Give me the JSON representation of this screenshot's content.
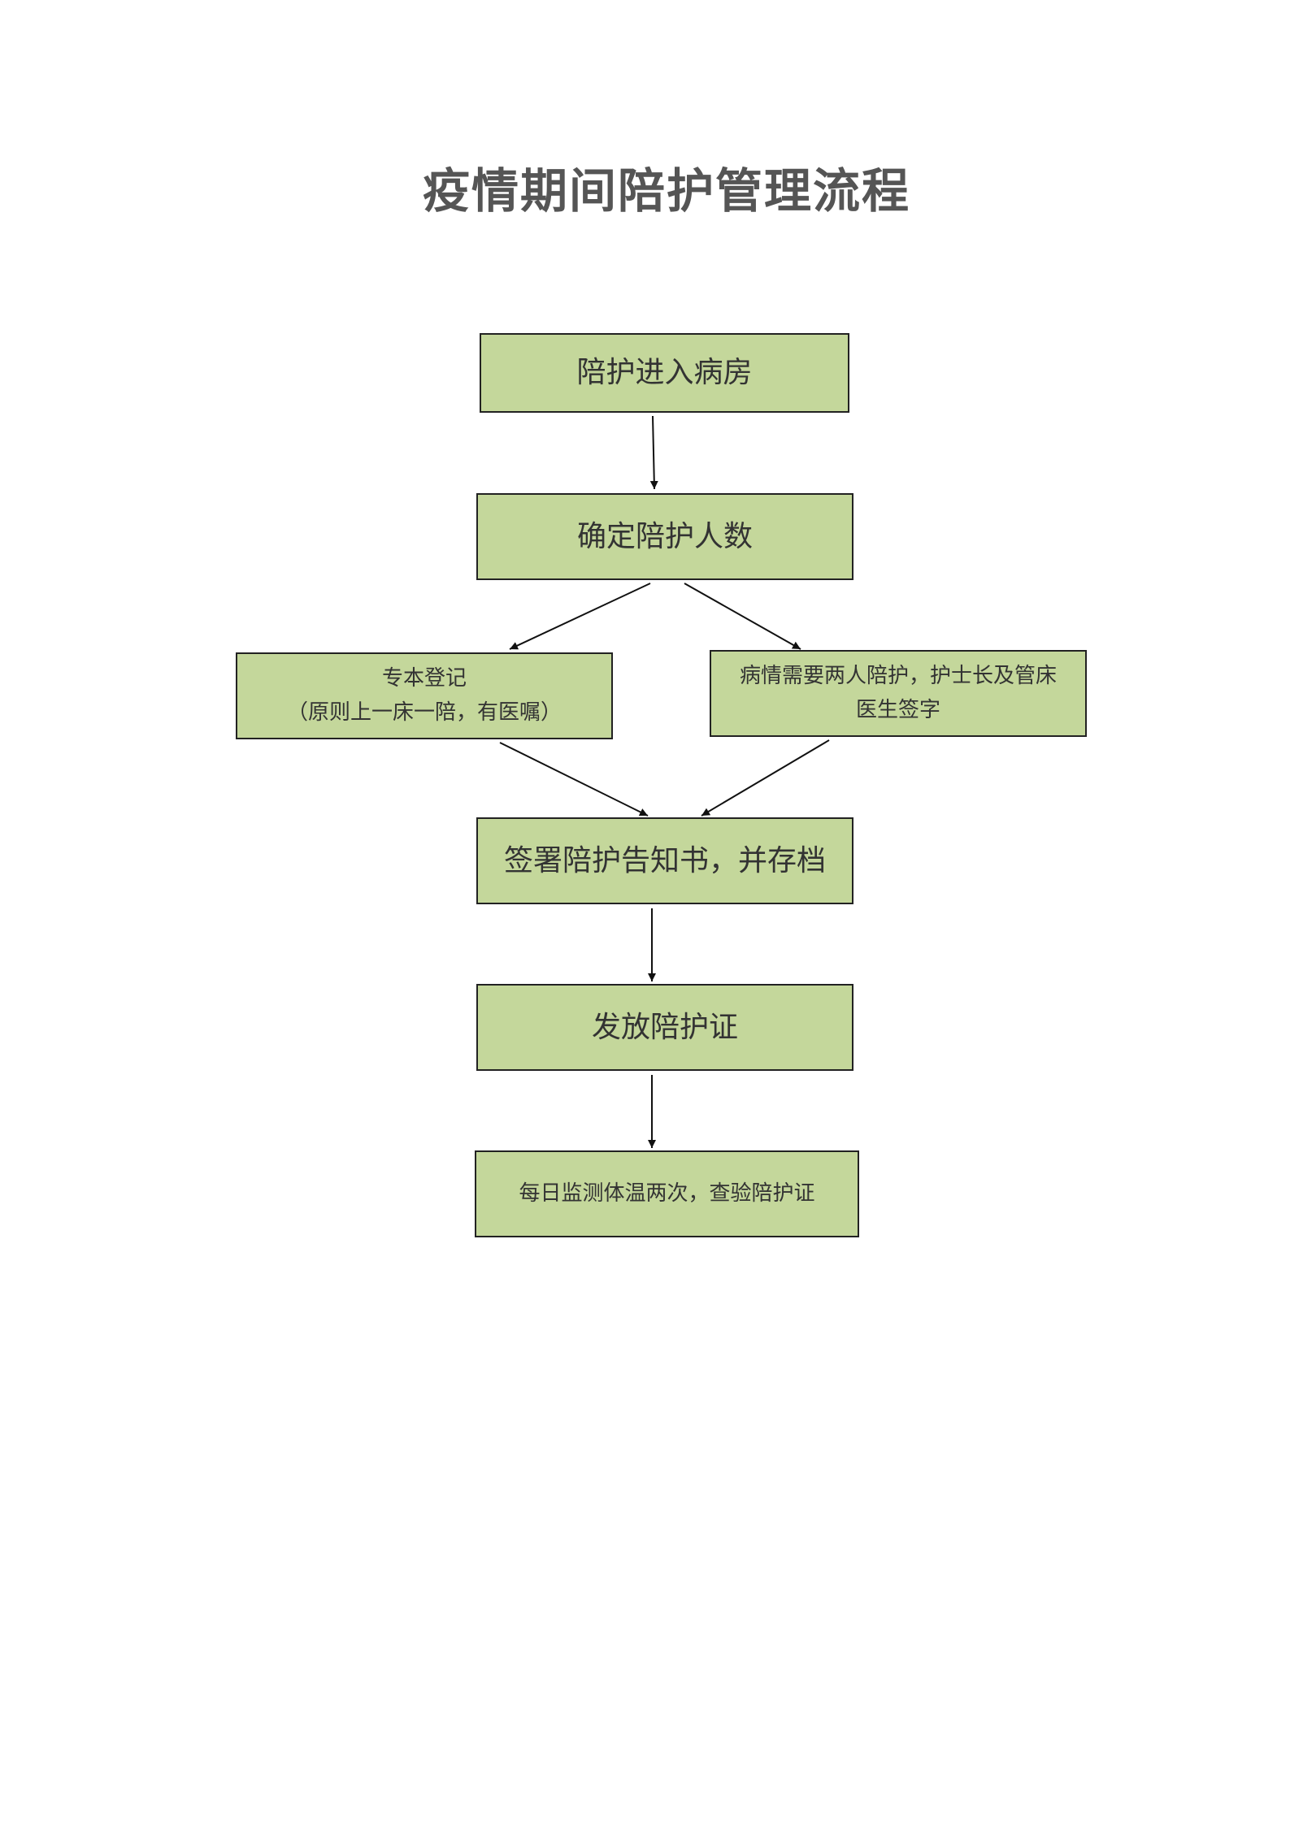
{
  "title": "疫情期间陪护管理流程",
  "colors": {
    "box_fill": "#c4d79b",
    "box_border": "#222222",
    "title_text": "#555555",
    "arrow": "#111111"
  },
  "nodes": {
    "enter_ward": {
      "label": "陪护进入病房"
    },
    "determine_count": {
      "label": "确定陪护人数"
    },
    "dedicated_registration": {
      "line1": "专本登记",
      "line2": "（原则上一床一陪，有医嘱）"
    },
    "two_person_escort": {
      "line1": "病情需要两人陪护，护士长及管床",
      "line2": "医生签字"
    },
    "sign_notice": {
      "label": "签署陪护告知书，并存档"
    },
    "issue_pass": {
      "label": "发放陪护证"
    },
    "daily_check": {
      "label": "每日监测体温两次，查验陪护证"
    }
  }
}
